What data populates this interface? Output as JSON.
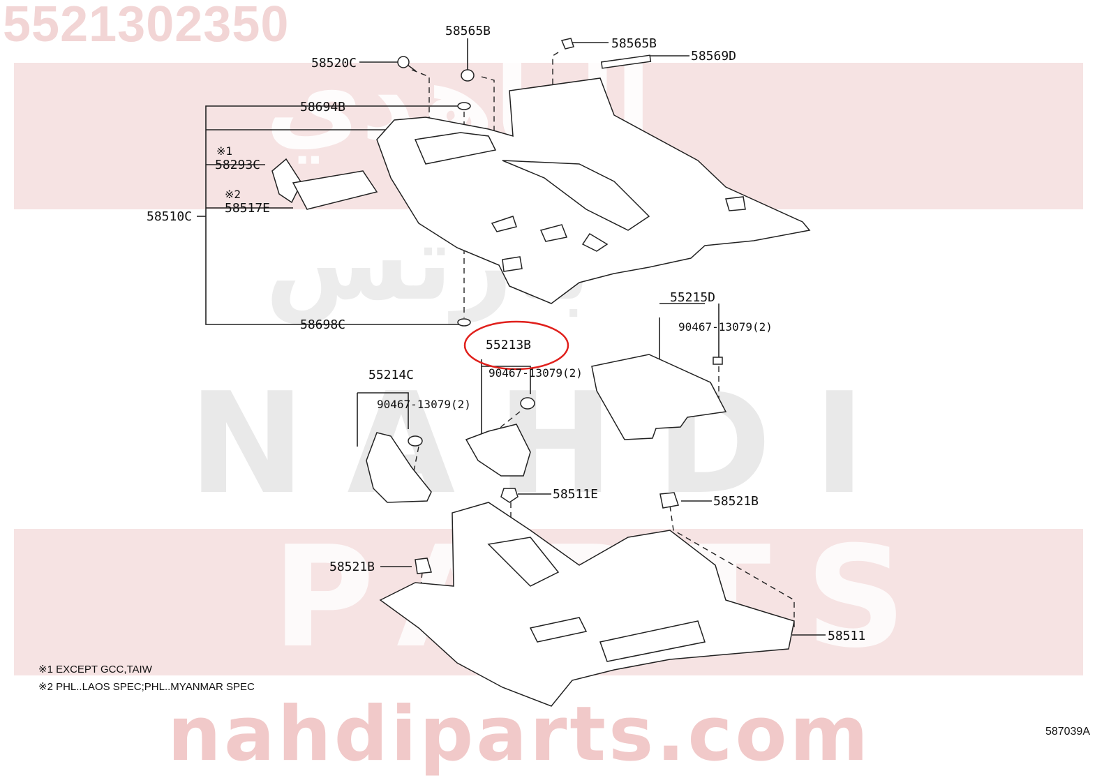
{
  "watermark": {
    "part_number": "5521302350",
    "arabic_line1": "الناهدي",
    "arabic_line2": "بارتس",
    "latin_line1": "NAHDI",
    "latin_line2": "PARTS",
    "site": "nahdiparts.com",
    "band_color": "#f6e3e3"
  },
  "labels": {
    "l58565B_top": "58565B",
    "l58565B_right": "58565B",
    "l58520C": "58520C",
    "l58569D": "58569D",
    "l58694B": "58694B",
    "mark1": "※1",
    "l58293C": "58293C",
    "mark2": "※2",
    "l58517E": "58517E",
    "l58510C": "58510C",
    "l58698C": "58698C",
    "l55215D": "55215D",
    "l90467_d": "90467-13079(2)",
    "l55213B": "55213B",
    "l90467_b": "90467-13079(2)",
    "l55214C": "55214C",
    "l90467_c": "90467-13079(2)",
    "l58511E": "58511E",
    "l58521B_right": "58521B",
    "l58521B_left": "58521B",
    "l58511": "58511"
  },
  "highlight": {
    "part": "55213B",
    "color": "#e0201c"
  },
  "notes": {
    "note1": "※1 EXCEPT GCC,TAIW",
    "note2": "※2 PHL..LAOS SPEC;PHL..MYANMAR SPEC"
  },
  "diagram_code": "587039A"
}
